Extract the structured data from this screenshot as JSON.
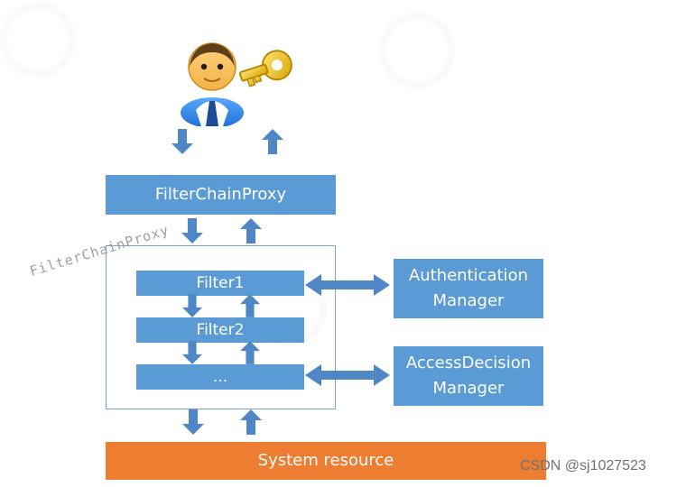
{
  "diagram": {
    "nodes": {
      "filter_chain_proxy": {
        "label": "FilterChainProxy"
      },
      "filter1": {
        "label": "Filter1"
      },
      "filter2": {
        "label": "Filter2"
      },
      "ellipsis": {
        "label": "..."
      },
      "authentication_manager": {
        "label": "Authentication\nManager"
      },
      "access_decision_manager": {
        "label": "AccessDecision\nManager"
      },
      "system_resource": {
        "label": "System resource"
      }
    },
    "container_label": "FilterChainProxy"
  },
  "watermark": {
    "csdn": "CSDN @sj1027523"
  },
  "colors": {
    "blue": "#5b9bd5",
    "orange": "#ed7d31",
    "frame": "#7aa3cc"
  },
  "icons": {
    "user": "user-key-icon",
    "arrow": "arrow-icon"
  }
}
